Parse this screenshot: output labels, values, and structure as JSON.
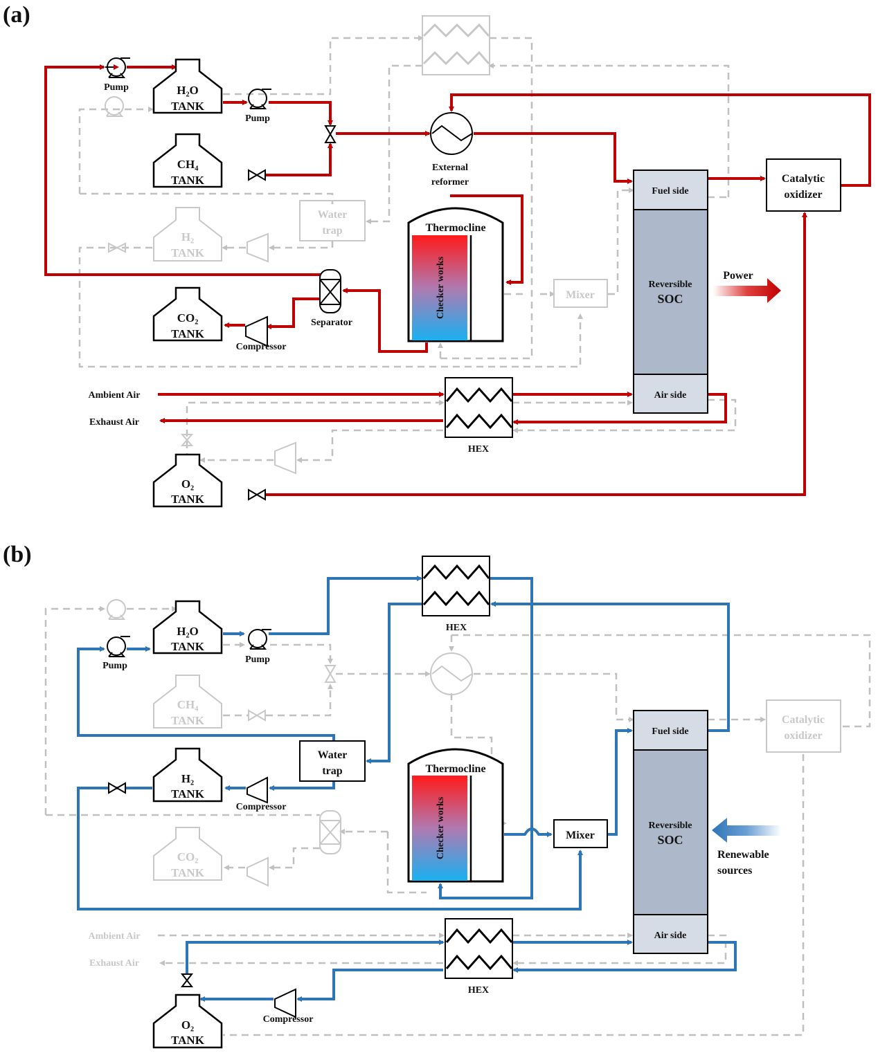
{
  "panels": [
    {
      "id": "a",
      "label": "(a)",
      "mode": "discharge",
      "flow_color": "#c00000",
      "labels": {
        "pump_left": "Pump",
        "pump_right": "Pump",
        "h2o_tank_1": "H₂O",
        "h2o_tank_2": "TANK",
        "ch4_tank_1": "CH₄",
        "ch4_tank_2": "TANK",
        "h2_tank_1": "H₂",
        "h2_tank_2": "TANK",
        "co2_tank_1": "CO₂",
        "co2_tank_2": "TANK",
        "o2_tank_1": "O₂",
        "o2_tank_2": "TANK",
        "reformer_1": "External",
        "reformer_2": "reformer",
        "water_trap_1": "Water",
        "water_trap_2": "trap",
        "thermocline": "Thermocline",
        "checker_works": "Checker works",
        "separator": "Separator",
        "compressor": "Compressor",
        "mixer": "Mixer",
        "fuel_side": "Fuel side",
        "soc_1": "Reversible",
        "soc_2": "SOC",
        "air_side": "Air side",
        "catalytic_1": "Catalytic",
        "catalytic_2": "oxidizer",
        "power": "Power",
        "ambient_air": "Ambient Air",
        "exhaust_air": "Exhaust Air",
        "hex": "HEX"
      }
    },
    {
      "id": "b",
      "label": "(b)",
      "mode": "charge",
      "flow_color": "#2e75b6",
      "labels": {
        "pump_left": "Pump",
        "pump_right": "Pump",
        "h2o_tank_1": "H₂O",
        "h2o_tank_2": "TANK",
        "ch4_tank_1": "CH₄",
        "ch4_tank_2": "TANK",
        "h2_tank_1": "H₂",
        "h2_tank_2": "TANK",
        "co2_tank_1": "CO₂",
        "co2_tank_2": "TANK",
        "o2_tank_1": "O₂",
        "o2_tank_2": "TANK",
        "hex_top": "HEX",
        "water_trap_1": "Water",
        "water_trap_2": "trap",
        "compressor_h2": "Compressor",
        "thermocline": "Thermocline",
        "checker_works": "Checker works",
        "mixer": "Mixer",
        "fuel_side": "Fuel side",
        "soc_1": "Reversible",
        "soc_2": "SOC",
        "air_side": "Air side",
        "catalytic_1": "Catalytic",
        "catalytic_2": "oxidizer",
        "renewable_1": "Renewable",
        "renewable_2": "sources",
        "ambient_air": "Ambient Air",
        "exhaust_air": "Exhaust Air",
        "hex": "HEX",
        "compressor_o2": "Compressor"
      }
    }
  ],
  "colors": {
    "discharge_flow": "#c00000",
    "charge_flow": "#2e75b6",
    "inactive": "#c0c0c0",
    "soc_body": "#adb9ca",
    "soc_sides": "#d6dce5",
    "hot": "#ff1a1a",
    "cold": "#1ab0f0"
  }
}
